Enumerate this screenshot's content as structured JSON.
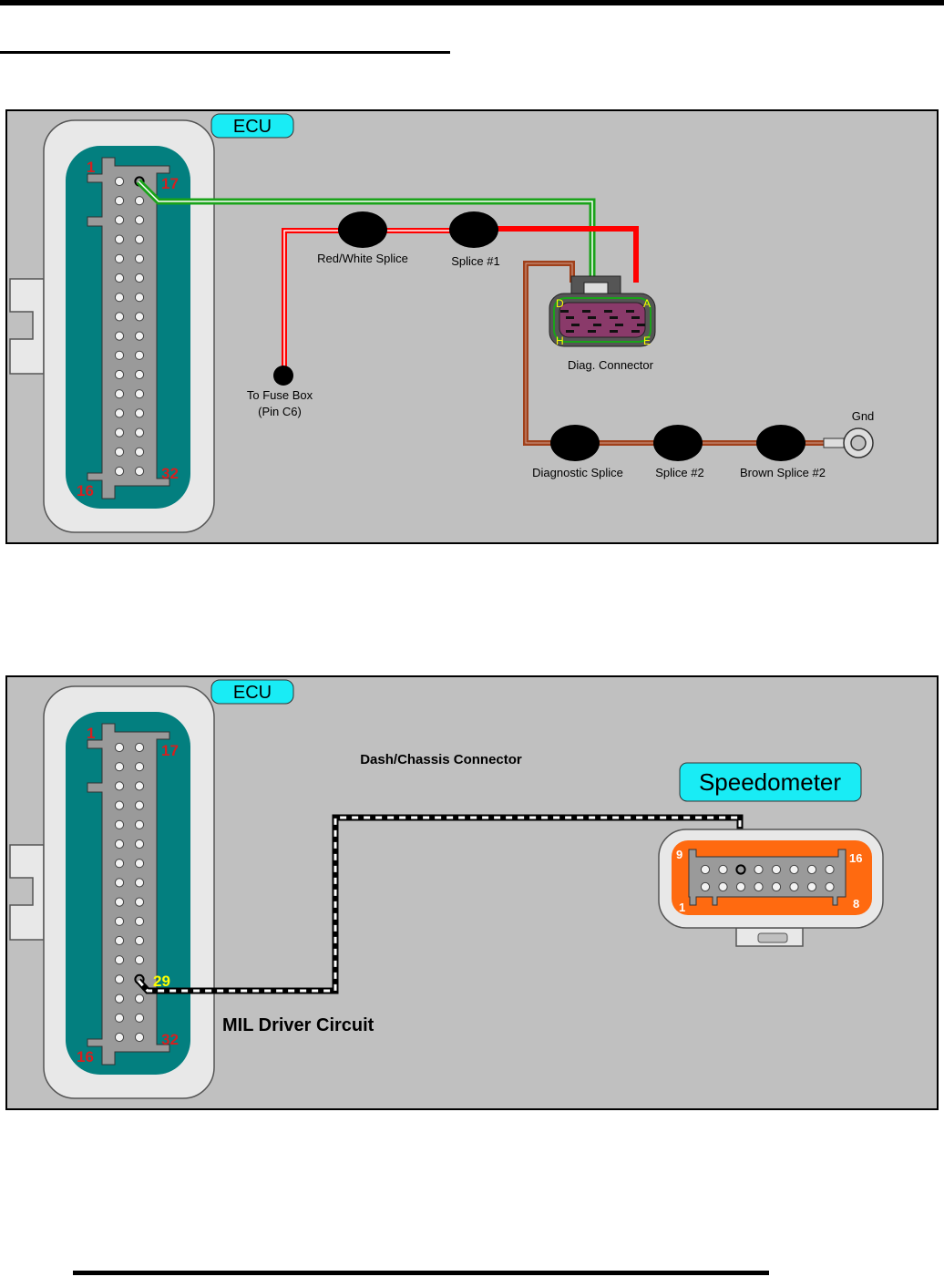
{
  "colors": {
    "panel_bg": "#c0c0c0",
    "ecu_teal": "#037f7f",
    "connector_gray": "#9a9a9a",
    "badge_cyan": "#19ecf5",
    "wire_red": "#ff0000",
    "wire_green": "#1aa31a",
    "wire_brown": "#a0401a",
    "diag_body": "#8a3a6a",
    "speedo_orange": "#ff6a10",
    "pin_label_red": "#d42020",
    "pin_label_yellow": "#ffff00"
  },
  "diagram1": {
    "ecu_badge": "ECU",
    "ecu_pins": {
      "top_left": "1",
      "top_right": "17",
      "bottom_left": "16",
      "bottom_right": "32"
    },
    "splices": {
      "red_white": "Red/White Splice",
      "splice1": "Splice #1",
      "diagnostic": "Diagnostic Splice",
      "splice2": "Splice #2",
      "brown2": "Brown Splice #2"
    },
    "fuse_box": {
      "line1": "To Fuse Box",
      "line2": "(Pin C6)"
    },
    "diag_connector": {
      "label": "Diag. Connector",
      "pins": {
        "d": "D",
        "a": "A",
        "h": "H",
        "e": "E"
      }
    },
    "ground": "Gnd"
  },
  "diagram2": {
    "ecu_badge": "ECU",
    "ecu_pins": {
      "top_left": "1",
      "top_right": "17",
      "bottom_left": "16",
      "bottom_right": "32",
      "active": "29"
    },
    "dash_connector": "Dash/Chassis Connector",
    "mil_circuit": "MIL Driver Circuit",
    "speedometer": {
      "badge": "Speedometer",
      "pins": {
        "top_left": "9",
        "top_right": "16",
        "bottom_left": "1",
        "bottom_right": "8"
      }
    }
  }
}
